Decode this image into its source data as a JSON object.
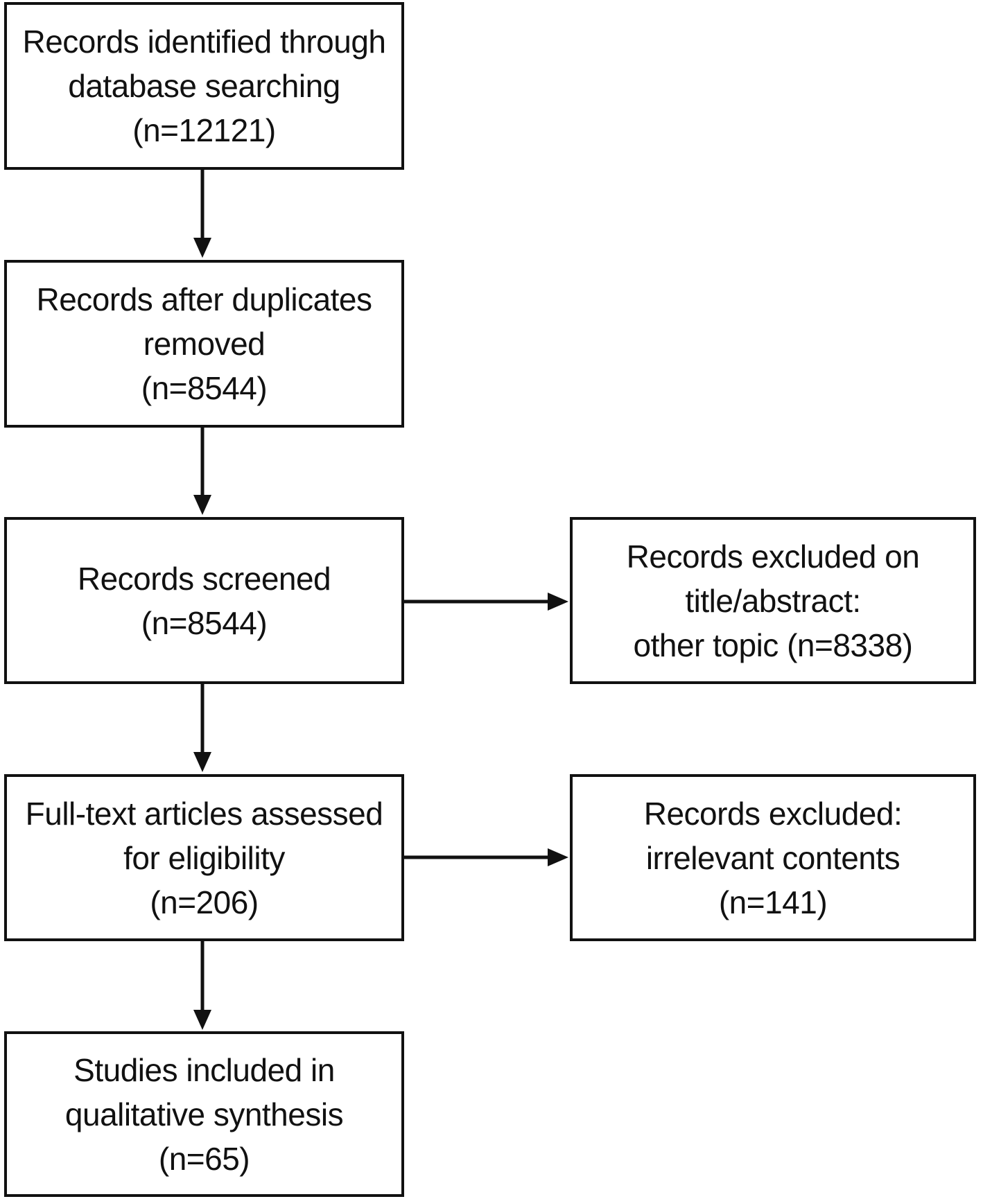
{
  "flowchart": {
    "identified": {
      "lines": [
        "Records identified through",
        "database searching",
        "(n=12121)"
      ]
    },
    "duplicates_removed": {
      "lines": [
        "Records after duplicates",
        "removed",
        "(n=8544)"
      ]
    },
    "screened": {
      "lines": [
        "Records screened",
        "(n=8544)"
      ]
    },
    "excluded_title_abstract": {
      "lines": [
        "Records excluded on",
        "title/abstract:",
        "other topic (n=8338)"
      ]
    },
    "full_text_assessed": {
      "lines": [
        "Full-text articles assessed",
        "for eligibility",
        "(n=206)"
      ]
    },
    "excluded_irrelevant": {
      "lines": [
        "Records excluded:",
        "irrelevant contents",
        "(n=141)"
      ]
    },
    "included": {
      "lines": [
        "Studies included in",
        "qualitative synthesis",
        "(n=65)"
      ]
    },
    "colors": {
      "stroke": "#111111",
      "background": "#ffffff"
    }
  }
}
